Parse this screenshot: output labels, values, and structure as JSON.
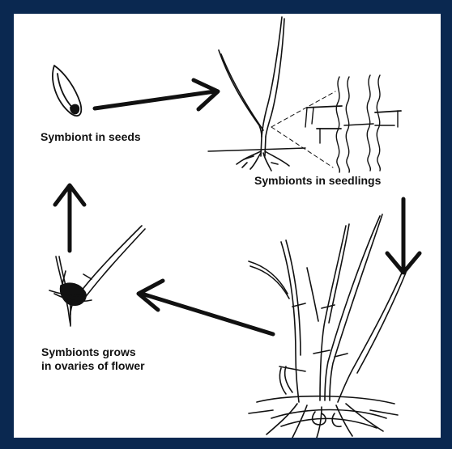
{
  "diagram": {
    "colors": {
      "frame": "#0a2850",
      "ink": "#111111",
      "background": "#ffffff"
    },
    "stages": [
      {
        "id": "seed",
        "label_lines": [
          "Symbiont in seeds"
        ]
      },
      {
        "id": "seedling",
        "label_lines": [
          "Symbionts in seedlings"
        ]
      },
      {
        "id": "mature-plant",
        "label_lines": []
      },
      {
        "id": "flower",
        "label_lines": [
          "Symbionts grows",
          "in ovaries of flower"
        ]
      }
    ],
    "arrows": [
      {
        "from": "seed",
        "to": "seedling",
        "direction": "right"
      },
      {
        "from": "seedling",
        "to": "mature-plant",
        "direction": "down"
      },
      {
        "from": "mature-plant",
        "to": "flower",
        "direction": "left"
      },
      {
        "from": "flower",
        "to": "seed",
        "direction": "up"
      }
    ]
  }
}
